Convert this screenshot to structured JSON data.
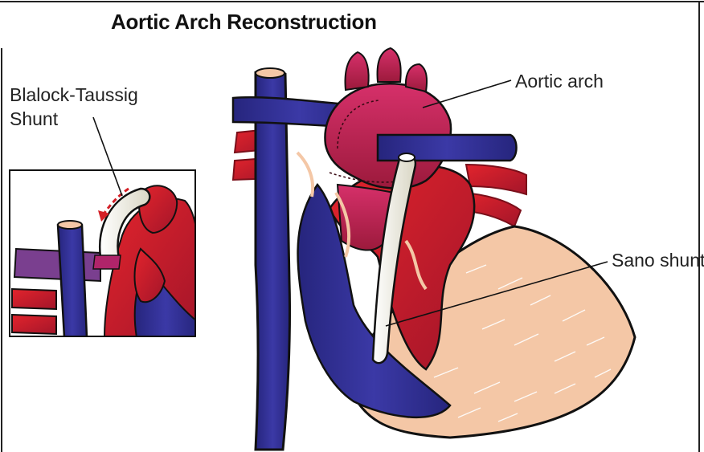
{
  "title": "Aortic Arch Reconstruction",
  "labels": {
    "blalock_line1": "Blalock-Taussig",
    "blalock_line2": "Shunt",
    "aortic_arch": "Aortic arch",
    "sano_shunt": "Sano shunt"
  },
  "colors": {
    "venous_blue": "#2f2d8f",
    "arterial_red": "#d41f26",
    "aorta_magenta": "#c0244e",
    "muscle_peach": "#f4c7a6",
    "shunt_white": "#f2f0e4",
    "pulmonary_purple": "#7a3f8f"
  }
}
